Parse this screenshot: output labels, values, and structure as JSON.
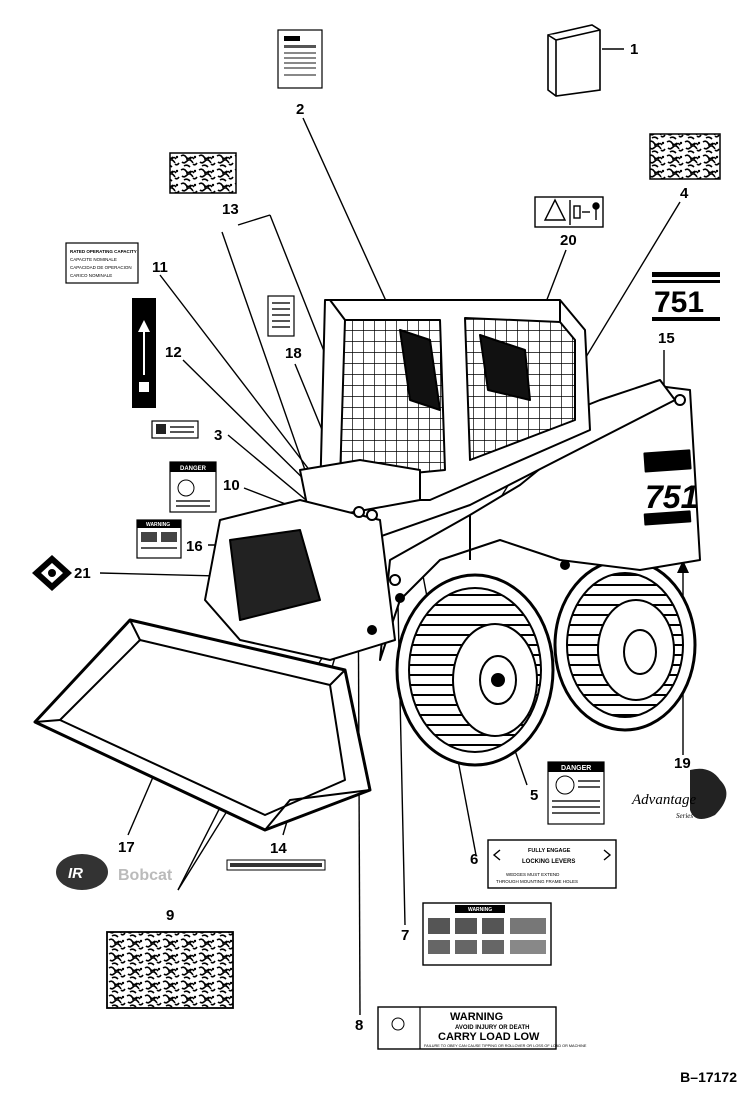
{
  "callouts": [
    "1",
    "2",
    "3",
    "4",
    "5",
    "6",
    "7",
    "8",
    "9",
    "10",
    "11",
    "12",
    "13",
    "14",
    "15",
    "16",
    "17",
    "19",
    "20",
    "21",
    "18"
  ],
  "drawing_code": "B–17172",
  "decals": {
    "model_large": "751",
    "model_side": "751",
    "warning_carry": {
      "header": "WARNING",
      "sub": "AVOID INJURY OR DEATH",
      "main": "CARRY LOAD LOW",
      "fine": "FAILURE TO OBEY CAN CAUSE TIPPING OR ROLLOVER OR LOSS OF LOAD OR MACHINE"
    },
    "locking_levers": {
      "line1": "FULLY ENGAGE",
      "line2": "LOCKING LEVERS",
      "line3": "WEDGES MUST EXTEND",
      "line4": "THROUGH MOUNTING FRAME HOLES"
    },
    "danger_5": {
      "header": "DANGER"
    },
    "danger_10": {
      "header": "DANGER"
    },
    "warning_16": {
      "header": "WARNING"
    },
    "warning_7": {
      "header": "WARNING"
    },
    "rated_capacity": {
      "line1": "RATED OPERATING CAPACITY",
      "line2": "CAPACITE NOMINALE",
      "line3": "CAPACIDAD DE OPERACION",
      "line4": "CARICO NOMINALE"
    },
    "advantage": {
      "line1": "Advantage",
      "line2": "Series"
    },
    "ir_logo": "IR",
    "ir_word": "Bobcat"
  },
  "colors": {
    "ink": "#000000",
    "paper": "#ffffff",
    "gray": "#8a8a8a"
  }
}
